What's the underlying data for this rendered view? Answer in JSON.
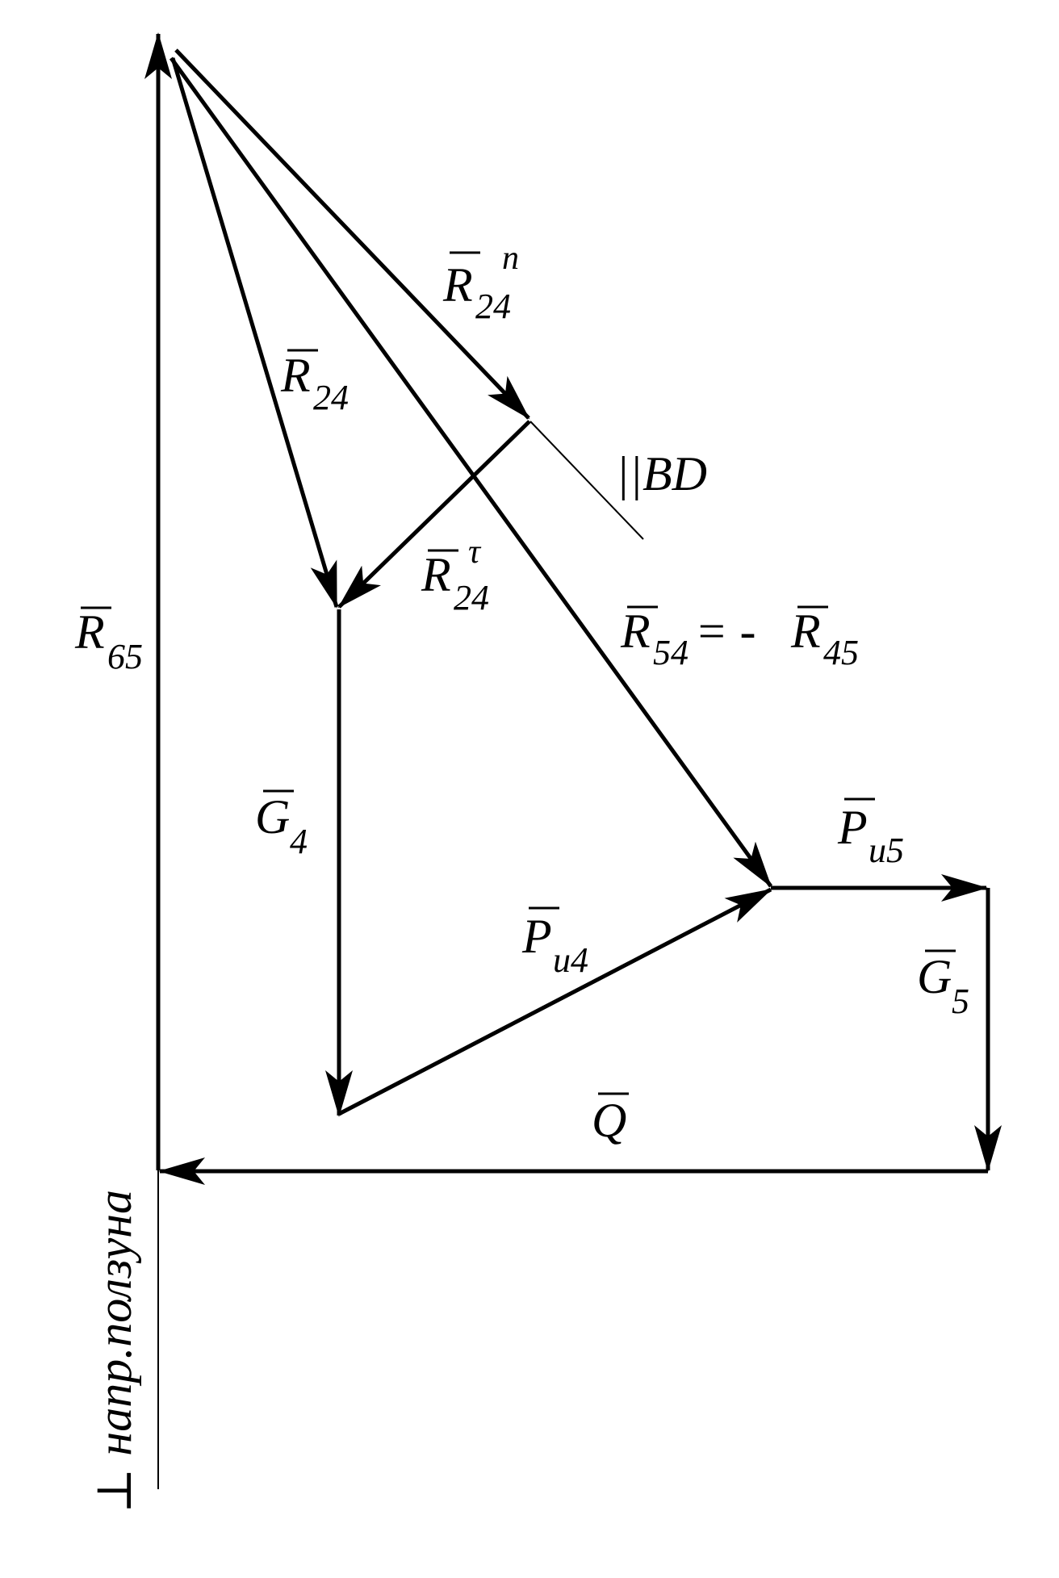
{
  "labels": {
    "R65": {
      "sym": "R",
      "sub": "65"
    },
    "R24": {
      "sym": "R",
      "sub": "24"
    },
    "R24n": {
      "sym": "R",
      "sub": "24",
      "sup": "n"
    },
    "R24t": {
      "sym": "R",
      "sub": "24",
      "sup": "τ"
    },
    "R54": {
      "sym": "R",
      "sub": "54",
      "rhs": "= - ",
      "sym2": "R",
      "sub2": "45"
    },
    "G4": {
      "sym": "G",
      "sub": "4"
    },
    "G5": {
      "sym": "G",
      "sub": "5"
    },
    "Pu4": {
      "sym": "P",
      "sub": "u4"
    },
    "Pu5": {
      "sym": "P",
      "sub": "u5"
    },
    "Q": {
      "sym": "Q"
    }
  },
  "annotations": {
    "parallel_bd": "||BD",
    "perp_slider": "⊥ напр.ползуна"
  }
}
